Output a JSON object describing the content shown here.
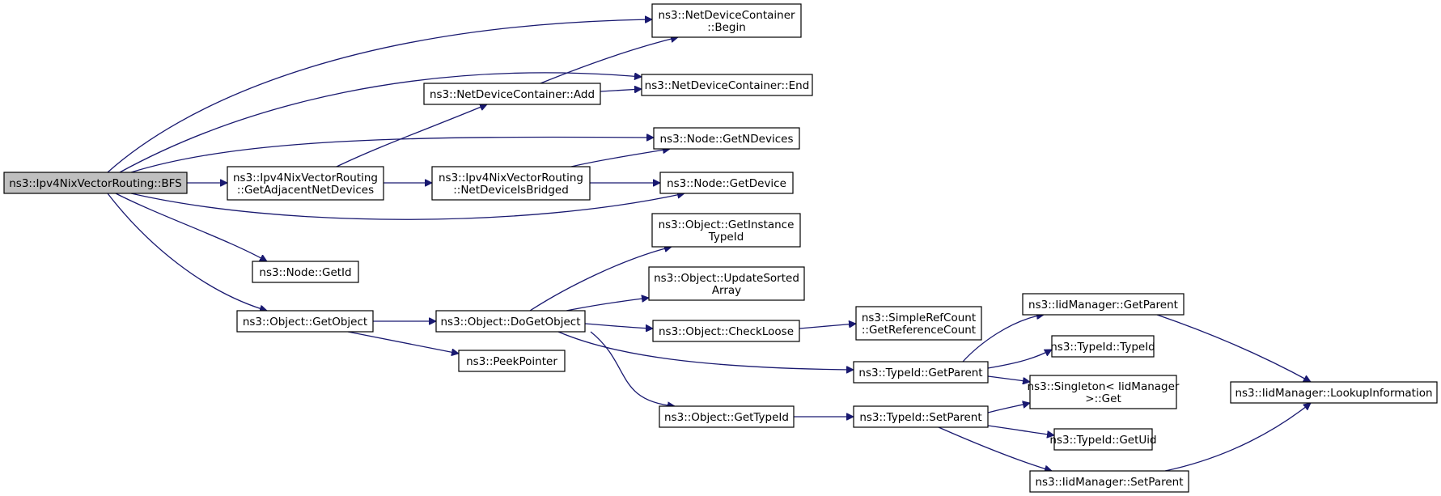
{
  "diagram": {
    "nodes": {
      "bfs": {
        "lines": [
          "ns3::Ipv4NixVectorRouting::BFS"
        ],
        "interactable": false
      },
      "ndc_begin": {
        "lines": [
          "ns3::NetDeviceContainer",
          "::Begin"
        ],
        "interactable": true
      },
      "ndc_end": {
        "lines": [
          "ns3::NetDeviceContainer::End"
        ],
        "interactable": true
      },
      "ndc_add": {
        "lines": [
          "ns3::NetDeviceContainer::Add"
        ],
        "interactable": true
      },
      "node_getndevices": {
        "lines": [
          "ns3::Node::GetNDevices"
        ],
        "interactable": true
      },
      "get_adjacent": {
        "lines": [
          "ns3::Ipv4NixVectorRouting",
          "::GetAdjacentNetDevices"
        ],
        "interactable": true
      },
      "netdevice_bridged": {
        "lines": [
          "ns3::Ipv4NixVectorRouting",
          "::NetDeviceIsBridged"
        ],
        "interactable": true
      },
      "node_getdevice": {
        "lines": [
          "ns3::Node::GetDevice"
        ],
        "interactable": true
      },
      "node_getid": {
        "lines": [
          "ns3::Node::GetId"
        ],
        "interactable": true
      },
      "object_getinstancetypeid": {
        "lines": [
          "ns3::Object::GetInstance",
          "TypeId"
        ],
        "interactable": true
      },
      "object_updatesorted": {
        "lines": [
          "ns3::Object::UpdateSorted",
          "Array"
        ],
        "interactable": true
      },
      "object_getobject": {
        "lines": [
          "ns3::Object::GetObject"
        ],
        "interactable": true
      },
      "object_dogetobject": {
        "lines": [
          "ns3::Object::DoGetObject"
        ],
        "interactable": true
      },
      "object_checkloose": {
        "lines": [
          "ns3::Object::CheckLoose"
        ],
        "interactable": true
      },
      "simplerefcount": {
        "lines": [
          "ns3::SimpleRefCount",
          "::GetReferenceCount"
        ],
        "interactable": true
      },
      "iid_getparent": {
        "lines": [
          "ns3::IidManager::GetParent"
        ],
        "interactable": true
      },
      "typeid_typeid": {
        "lines": [
          "ns3::TypeId::TypeId"
        ],
        "interactable": true
      },
      "typeid_getparent": {
        "lines": [
          "ns3::TypeId::GetParent"
        ],
        "interactable": true
      },
      "peekpointer": {
        "lines": [
          "ns3::PeekPointer"
        ],
        "interactable": true
      },
      "singleton_get": {
        "lines": [
          "ns3::Singleton< IidManager",
          ">::Get"
        ],
        "interactable": true
      },
      "iid_lookup": {
        "lines": [
          "ns3::IidManager::LookupInformation"
        ],
        "interactable": true
      },
      "object_gettypeid": {
        "lines": [
          "ns3::Object::GetTypeId"
        ],
        "interactable": true
      },
      "typeid_setparent": {
        "lines": [
          "ns3::TypeId::SetParent"
        ],
        "interactable": true
      },
      "typeid_getuid": {
        "lines": [
          "ns3::TypeId::GetUid"
        ],
        "interactable": true
      },
      "iid_setparent": {
        "lines": [
          "ns3::IidManager::SetParent"
        ],
        "interactable": true
      }
    },
    "edges": [
      [
        "bfs",
        "ndc_begin"
      ],
      [
        "bfs",
        "ndc_end"
      ],
      [
        "bfs",
        "node_getndevices"
      ],
      [
        "bfs",
        "get_adjacent"
      ],
      [
        "bfs",
        "node_getdevice"
      ],
      [
        "bfs",
        "node_getid"
      ],
      [
        "bfs",
        "object_getobject"
      ],
      [
        "ndc_add",
        "ndc_begin"
      ],
      [
        "ndc_add",
        "ndc_end"
      ],
      [
        "get_adjacent",
        "ndc_add"
      ],
      [
        "get_adjacent",
        "netdevice_bridged"
      ],
      [
        "netdevice_bridged",
        "node_getndevices"
      ],
      [
        "netdevice_bridged",
        "node_getdevice"
      ],
      [
        "object_getobject",
        "object_dogetobject"
      ],
      [
        "object_getobject",
        "peekpointer"
      ],
      [
        "object_dogetobject",
        "object_getinstancetypeid"
      ],
      [
        "object_dogetobject",
        "object_updatesorted"
      ],
      [
        "object_dogetobject",
        "object_checkloose"
      ],
      [
        "object_dogetobject",
        "typeid_getparent"
      ],
      [
        "object_dogetobject",
        "object_gettypeid"
      ],
      [
        "object_checkloose",
        "simplerefcount"
      ],
      [
        "typeid_getparent",
        "iid_getparent"
      ],
      [
        "typeid_getparent",
        "typeid_typeid"
      ],
      [
        "typeid_getparent",
        "singleton_get"
      ],
      [
        "iid_getparent",
        "iid_lookup"
      ],
      [
        "object_gettypeid",
        "typeid_setparent"
      ],
      [
        "typeid_setparent",
        "singleton_get"
      ],
      [
        "typeid_setparent",
        "typeid_getuid"
      ],
      [
        "typeid_setparent",
        "iid_setparent"
      ],
      [
        "iid_setparent",
        "iid_lookup"
      ]
    ]
  }
}
